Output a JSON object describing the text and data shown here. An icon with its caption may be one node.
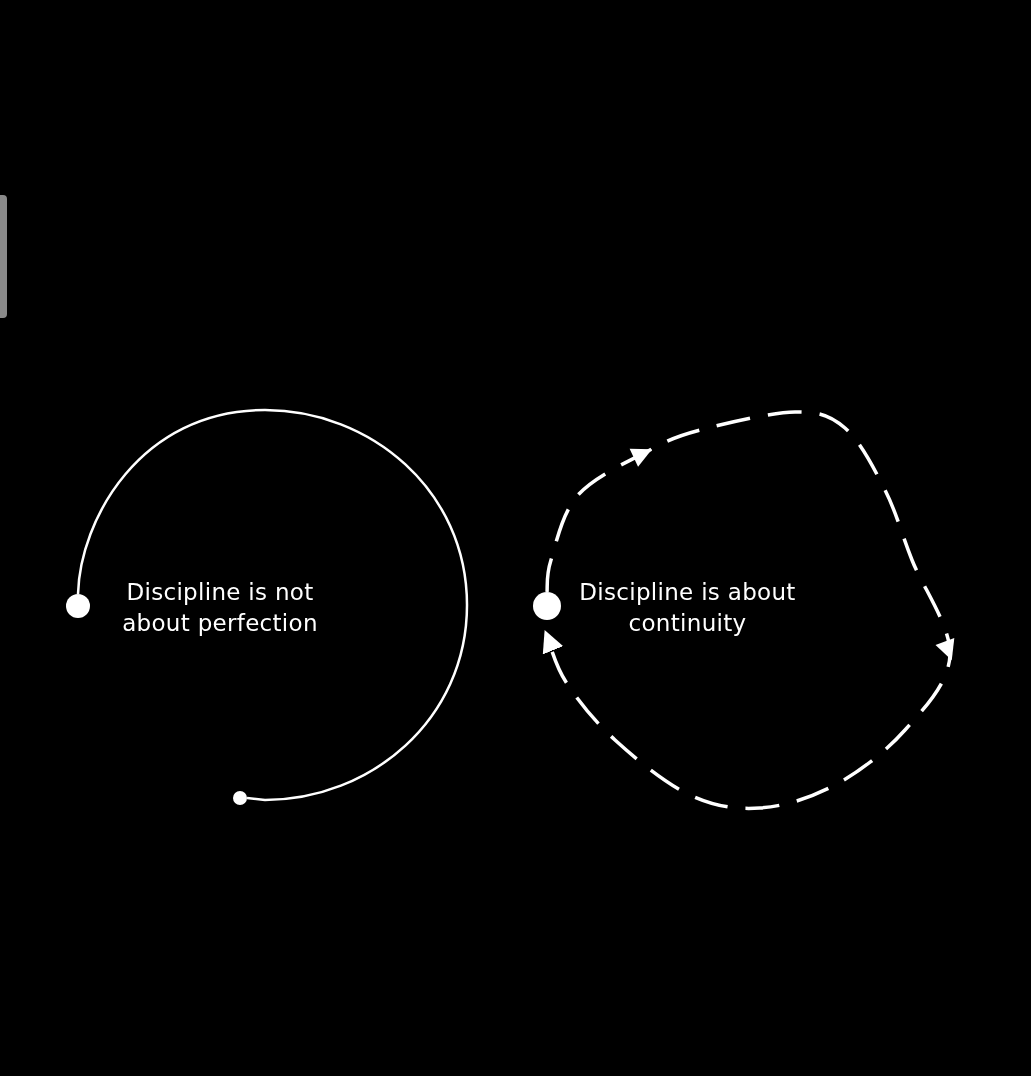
{
  "diagram": {
    "nodes": [
      {
        "text": [],
        "shape": "circle"
      },
      {
        "text": [],
        "shape": "circle"
      },
      {
        "text": [],
        "shape": "circle"
      }
    ],
    "edges": [
      {
        "from": 0,
        "to": 1,
        "arrow": "none"
      },
      {
        "from": 2,
        "to": 2,
        "arrow": "to",
        "style": "dashed"
      }
    ],
    "labels": [
      "Discipline is not about perfection",
      "Discipline is about continuity"
    ]
  }
}
